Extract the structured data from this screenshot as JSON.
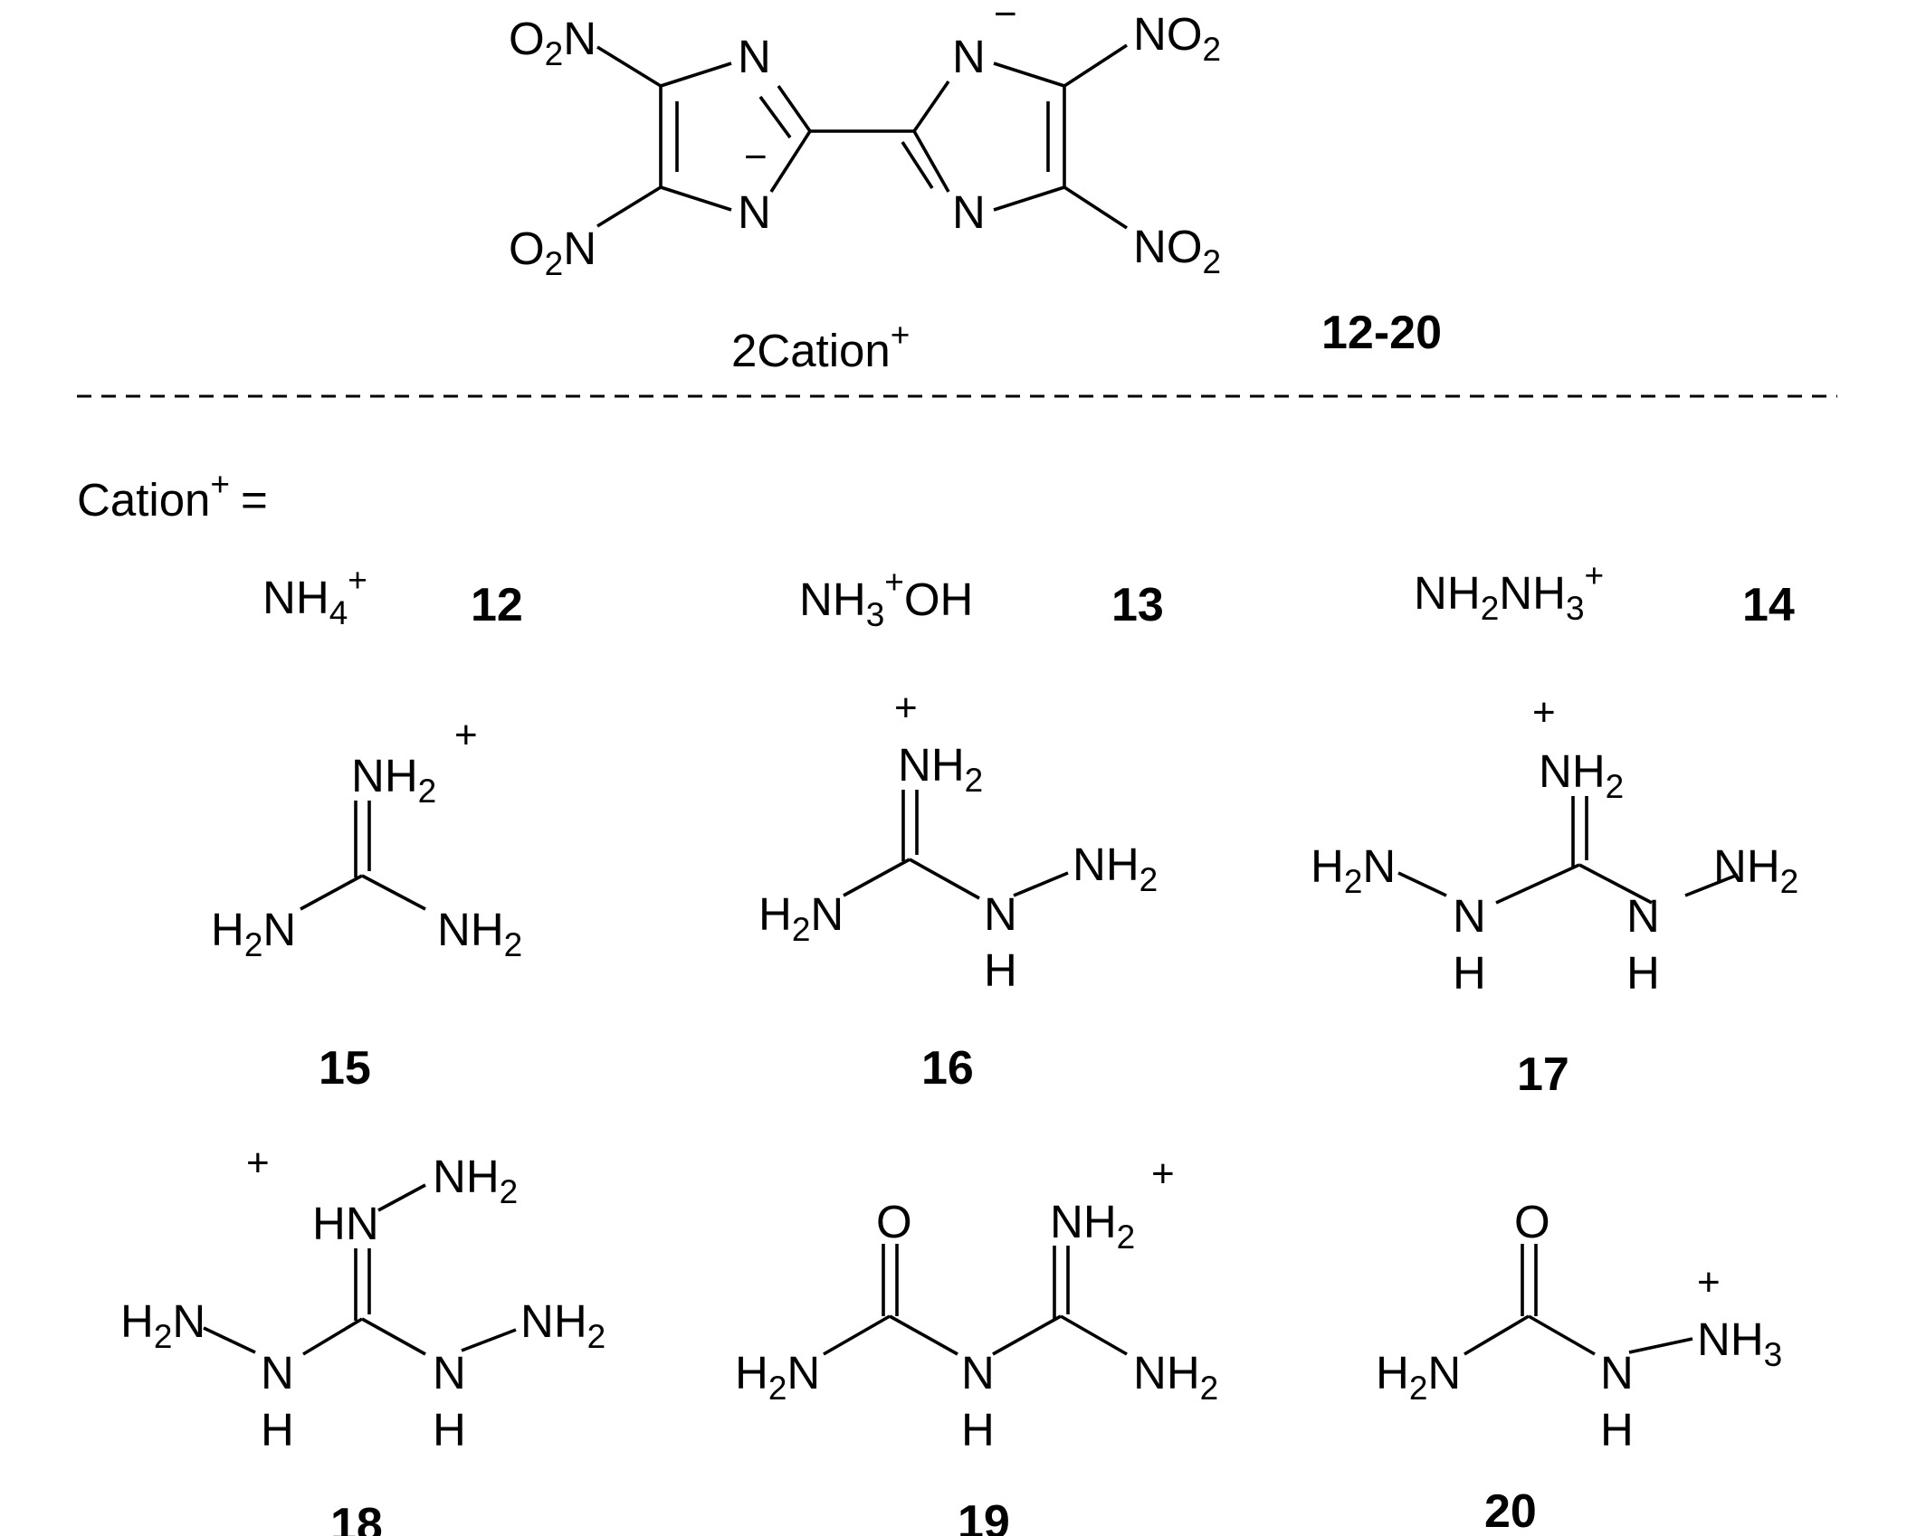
{
  "header": {
    "counter_ion_label": "2Cation",
    "compound_range": "12-20"
  },
  "cation_label": "Cation",
  "atoms": {
    "N": "N",
    "H": "H",
    "O": "O",
    "NO": "NO",
    "O2N_O": "O",
    "O2N_N": "N",
    "NH": "NH",
    "HN": "HN",
    "H2N_H": "H",
    "H2N_N": "N",
    "OH": "OH",
    "two": "2",
    "three": "3",
    "four": "4",
    "plus": "+",
    "minus": "−",
    "equals": "="
  },
  "cations": [
    {
      "id": "12",
      "formula": "NH4+"
    },
    {
      "id": "13",
      "formula": "NH3+OH"
    },
    {
      "id": "14",
      "formula": "NH2NH3+"
    },
    {
      "id": "15",
      "name_hint": "guanidinium"
    },
    {
      "id": "16",
      "name_hint": "aminoguanidinium"
    },
    {
      "id": "17",
      "name_hint": "diaminoguanidinium"
    },
    {
      "id": "18",
      "name_hint": "triaminoguanidinium"
    },
    {
      "id": "19",
      "name_hint": "guanylurea"
    },
    {
      "id": "20",
      "name_hint": "semicarbazide"
    }
  ]
}
